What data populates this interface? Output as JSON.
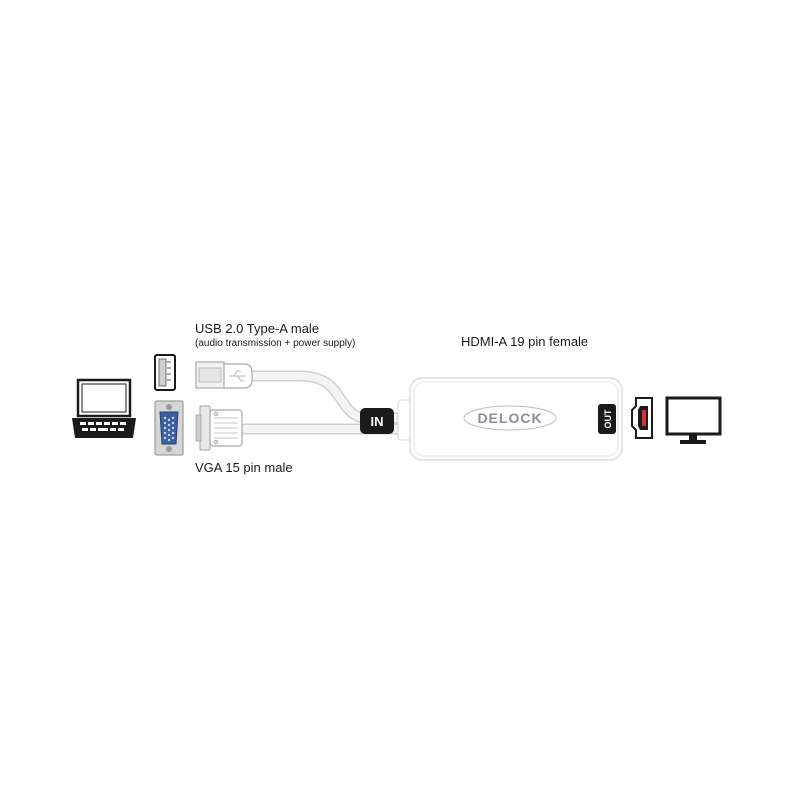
{
  "labels": {
    "usb_title": "USB 2.0 Type-A male",
    "usb_subtitle": "(audio transmission + power supply)",
    "vga_title": "VGA 15 pin male",
    "hdmi_title": "HDMI-A 19 pin female"
  },
  "badges": {
    "in": "IN",
    "out": "OUT"
  },
  "brand": {
    "logo_text": "DELOCK",
    "color": "#8a8f96"
  },
  "icons": [
    "laptop-icon",
    "usb-port-icon",
    "vga-port-icon",
    "hdmi-port-icon",
    "monitor-icon"
  ],
  "colors": {
    "line": "#1a1a1a",
    "cable": "#e6e6e6",
    "vga_blue": "#3c5f9e",
    "badge_bg": "#1a1a1a",
    "badge_text": "#ffffff"
  }
}
